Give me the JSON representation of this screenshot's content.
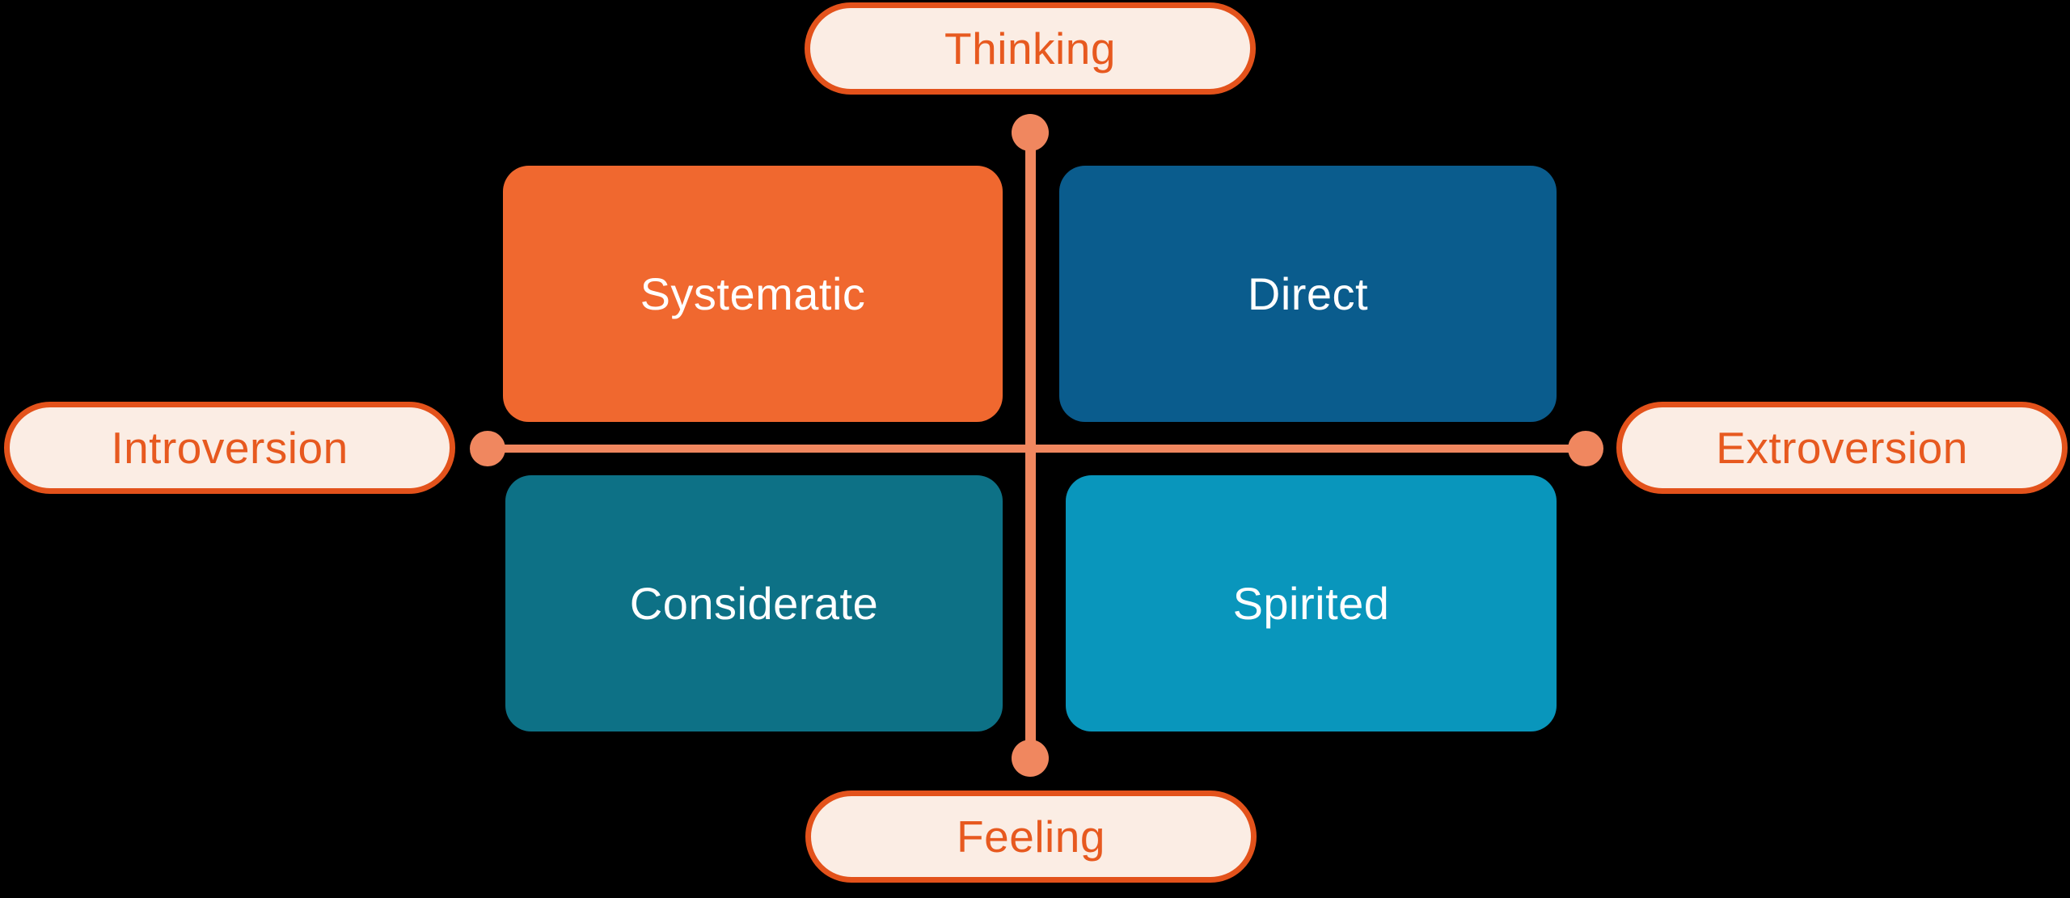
{
  "diagram": {
    "type": "quadrant-personality-matrix"
  },
  "colors": {
    "background": "#000000",
    "axis_line": "#F0875F",
    "pill_bg": "#FBEDE4",
    "pill_border": "#E3521B",
    "pill_text": "#E7591F",
    "box_text": "#FFFFFF"
  },
  "axes": {
    "top": {
      "label": "Thinking"
    },
    "bottom": {
      "label": "Feeling"
    },
    "left": {
      "label": "Introversion"
    },
    "right": {
      "label": "Extroversion"
    }
  },
  "quadrants": {
    "top_left": {
      "label": "Systematic",
      "color": "#F0682F"
    },
    "top_right": {
      "label": "Direct",
      "color": "#0A5C8D"
    },
    "bottom_left": {
      "label": "Considerate",
      "color": "#0D7186"
    },
    "bottom_right": {
      "label": "Spirited",
      "color": "#0996BC"
    }
  }
}
